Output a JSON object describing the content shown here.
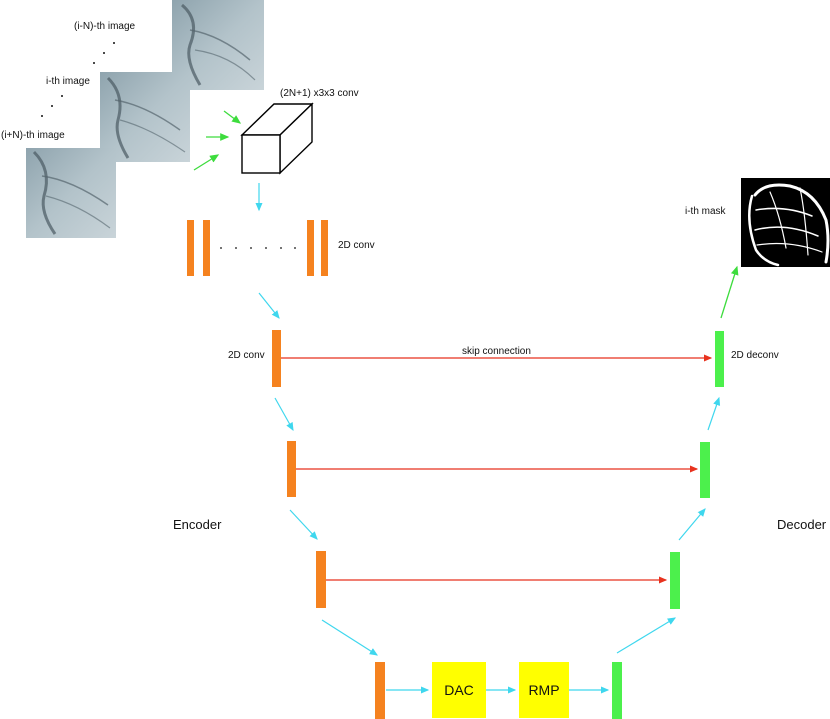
{
  "colors": {
    "encoder": "#f5821f",
    "decoder": "#4cf04c",
    "flow_arrow": "#3fd7ee",
    "skip_arrow": "#e8321e",
    "input_arrow": "#3ddc3d",
    "block_fill": "#ffff00"
  },
  "labels": {
    "frame_top": "(i-N)-th image",
    "frame_mid": "i-th image",
    "frame_bottom": "(i+N)-th image",
    "conv3d": "(2N+1) x3x3 conv",
    "conv2d_row": "2D conv",
    "conv2d_enc": "2D conv",
    "skip": "skip connection",
    "deconv": "2D deconv",
    "mask": "i-th mask",
    "encoder": "Encoder",
    "decoder": "Decoder"
  },
  "blocks": {
    "dac": "DAC",
    "rmp": "RMP"
  },
  "icons": {
    "frames": "angiogram-frame-stack",
    "mask": "vessel-mask-image",
    "conv3d": "3d-conv-cube"
  }
}
